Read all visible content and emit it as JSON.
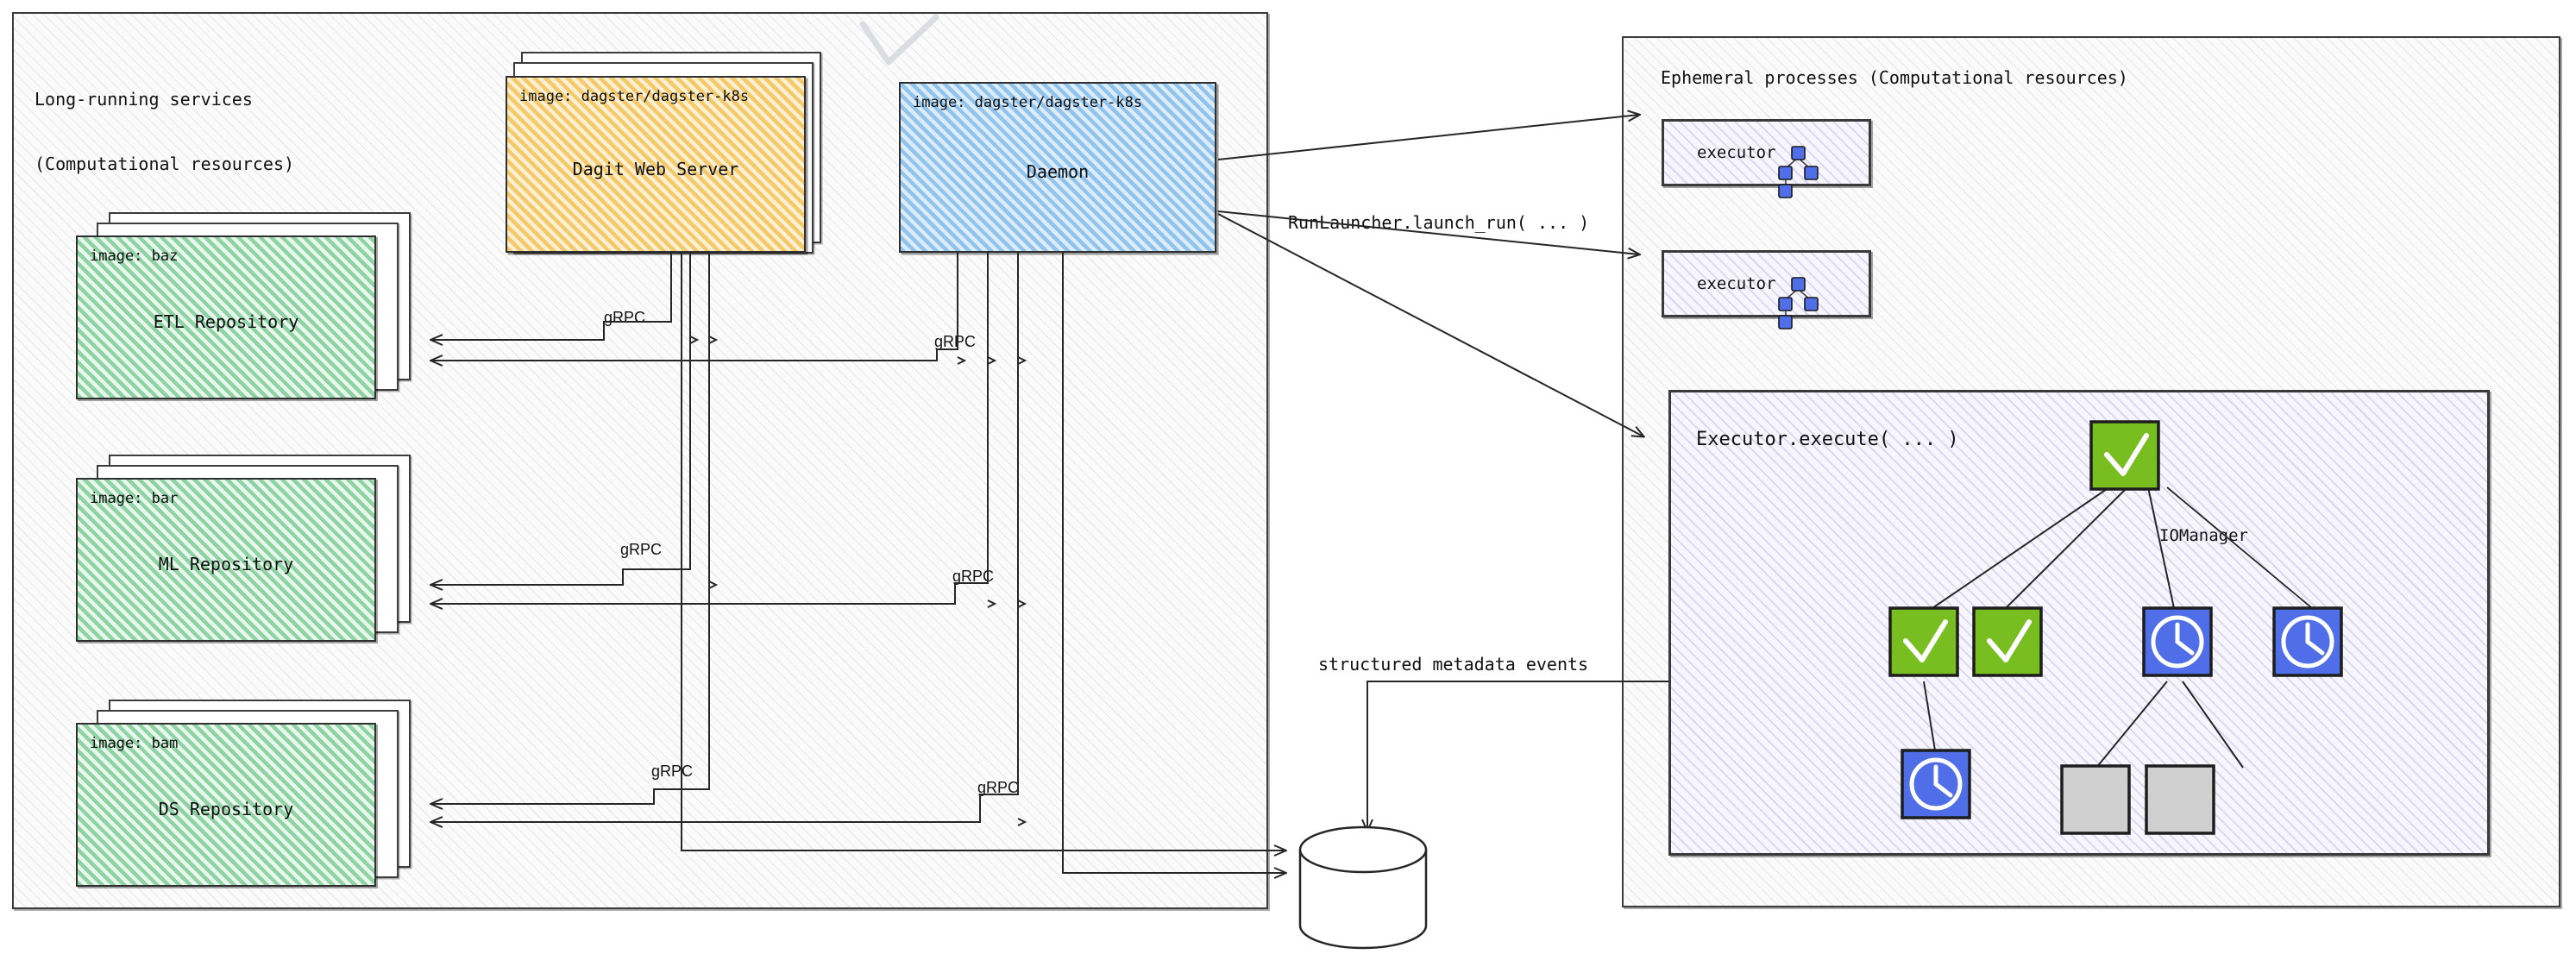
{
  "left_panel": {
    "title_line1": "Long-running services",
    "title_line2": "(Computational resources)",
    "services": [
      {
        "image": "image: dagster/dagster-k8s",
        "name": "Dagit Web Server",
        "fill": "#f7d282",
        "stacked": true
      },
      {
        "image": "image: dagster/dagster-k8s",
        "name": "Daemon",
        "fill": "#abd3f0",
        "stacked": false
      }
    ],
    "repositories": [
      {
        "image": "image: baz",
        "name": "ETL Repository",
        "fill": "#c6e9cf"
      },
      {
        "image": "image: bar",
        "name": "ML Repository",
        "fill": "#c6e9cf"
      },
      {
        "image": "image: bam",
        "name": "DS Repository",
        "fill": "#c6e9cf"
      }
    ],
    "grpc_labels": [
      "gRPC",
      "gRPC",
      "gRPC",
      "gRPC",
      "gRPC",
      "gRPC"
    ]
  },
  "right_panel": {
    "title": "Ephemeral processes (Computational resources)",
    "executors": [
      {
        "label": "executor"
      },
      {
        "label": "executor"
      }
    ],
    "execute_panel": {
      "title": "Executor.execute( ... )",
      "iomanager_label": "IOManager"
    }
  },
  "database": {
    "label": "Database"
  },
  "edges": {
    "run_launcher": "RunLauncher.launch_run( ... )",
    "metadata_events": "structured metadata events"
  },
  "colors": {
    "green_node": "#78be20",
    "blue_node": "#4f6ee8",
    "gray_node": "#cfcfcf",
    "lavender_fill": "#f0edfa",
    "stroke": "#2f2f2f"
  },
  "chart_data": {
    "type": "diagram",
    "nodes": [
      {
        "id": "root",
        "status": "success",
        "icon": "check-icon",
        "color": "#78be20"
      },
      {
        "id": "a",
        "status": "success",
        "icon": "check-icon",
        "color": "#78be20"
      },
      {
        "id": "b",
        "status": "success",
        "icon": "check-icon",
        "color": "#78be20"
      },
      {
        "id": "c",
        "status": "running",
        "icon": "clock-icon",
        "color": "#4f6ee8"
      },
      {
        "id": "d",
        "status": "running",
        "icon": "clock-icon",
        "color": "#4f6ee8"
      },
      {
        "id": "e",
        "status": "running",
        "icon": "clock-icon",
        "color": "#4f6ee8"
      },
      {
        "id": "f",
        "status": "queued",
        "icon": "none",
        "color": "#cfcfcf"
      },
      {
        "id": "g",
        "status": "queued",
        "icon": "none",
        "color": "#cfcfcf"
      }
    ],
    "links": [
      [
        "root",
        "a"
      ],
      [
        "root",
        "b"
      ],
      [
        "root",
        "c"
      ],
      [
        "root",
        "d"
      ],
      [
        "a",
        "e"
      ],
      [
        "c",
        "f"
      ],
      [
        "c",
        "g"
      ]
    ]
  }
}
